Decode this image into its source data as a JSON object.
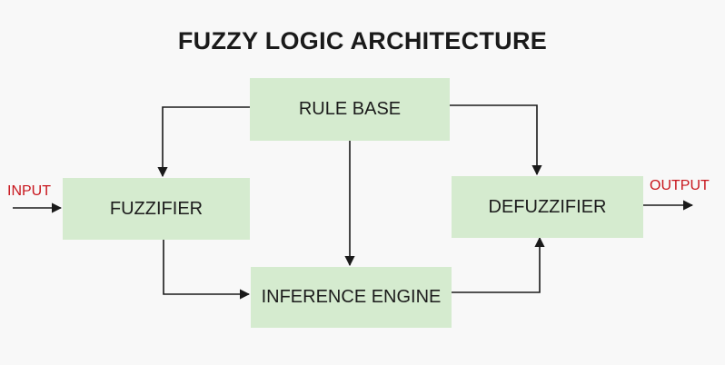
{
  "title": "FUZZY LOGIC ARCHITECTURE",
  "blocks": {
    "rule_base": "RULE BASE",
    "fuzzifier": "FUZZIFIER",
    "inference_engine": "INFERENCE ENGINE",
    "defuzzifier": "DEFUZZIFIER"
  },
  "io": {
    "input": "INPUT",
    "output": "OUTPUT"
  },
  "colors": {
    "box_fill": "#d5ebcf",
    "io_label": "#c8161d",
    "line": "#1a1a1a"
  }
}
